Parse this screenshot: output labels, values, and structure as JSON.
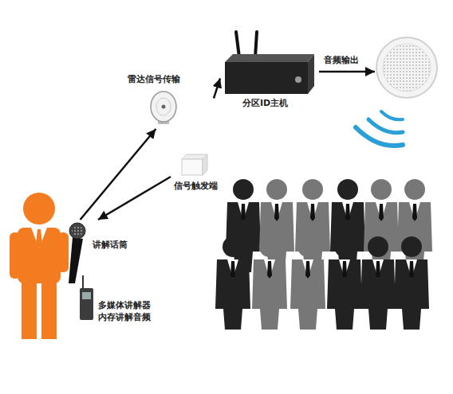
{
  "diagram": {
    "nodes": [
      {
        "text": [
          "雷达信号传输"
        ]
      },
      {
        "text": [
          "分区ID主机"
        ]
      },
      {
        "text": [
          "信号触发端"
        ]
      },
      {
        "text": [
          "讲解话筒"
        ]
      },
      {
        "text": [
          "多媒体讲解器 内存讲解音频"
        ]
      }
    ],
    "edges": [
      {
        "from": 3,
        "to": 0,
        "arrow": "to"
      },
      {
        "from": 0,
        "to": 1,
        "arrow": "to"
      },
      {
        "from": 2,
        "to": 3,
        "arrow": "to"
      }
    ],
    "labels": [
      "音频输出"
    ]
  }
}
